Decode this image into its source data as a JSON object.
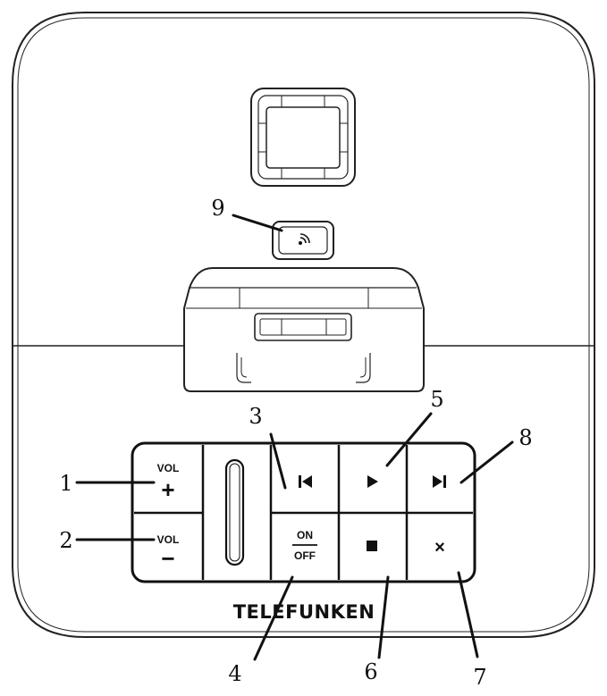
{
  "device": {
    "brand": "TELEFUNKEN",
    "buttons": {
      "vol_up": {
        "top": "VOL",
        "symbol": "+"
      },
      "vol_down": {
        "top": "VOL",
        "symbol": "−"
      },
      "prev": {
        "icon": "skip-back-icon"
      },
      "play": {
        "icon": "play-icon"
      },
      "next": {
        "icon": "skip-forward-icon"
      },
      "power": {
        "top": "ON",
        "bottom": "OFF"
      },
      "stop": {
        "icon": "stop-icon"
      },
      "cancel": {
        "symbol": "×"
      },
      "nfc": {
        "icon": "nfc-icon"
      }
    }
  },
  "callouts": [
    "1",
    "2",
    "3",
    "4",
    "5",
    "6",
    "7",
    "8",
    "9"
  ]
}
